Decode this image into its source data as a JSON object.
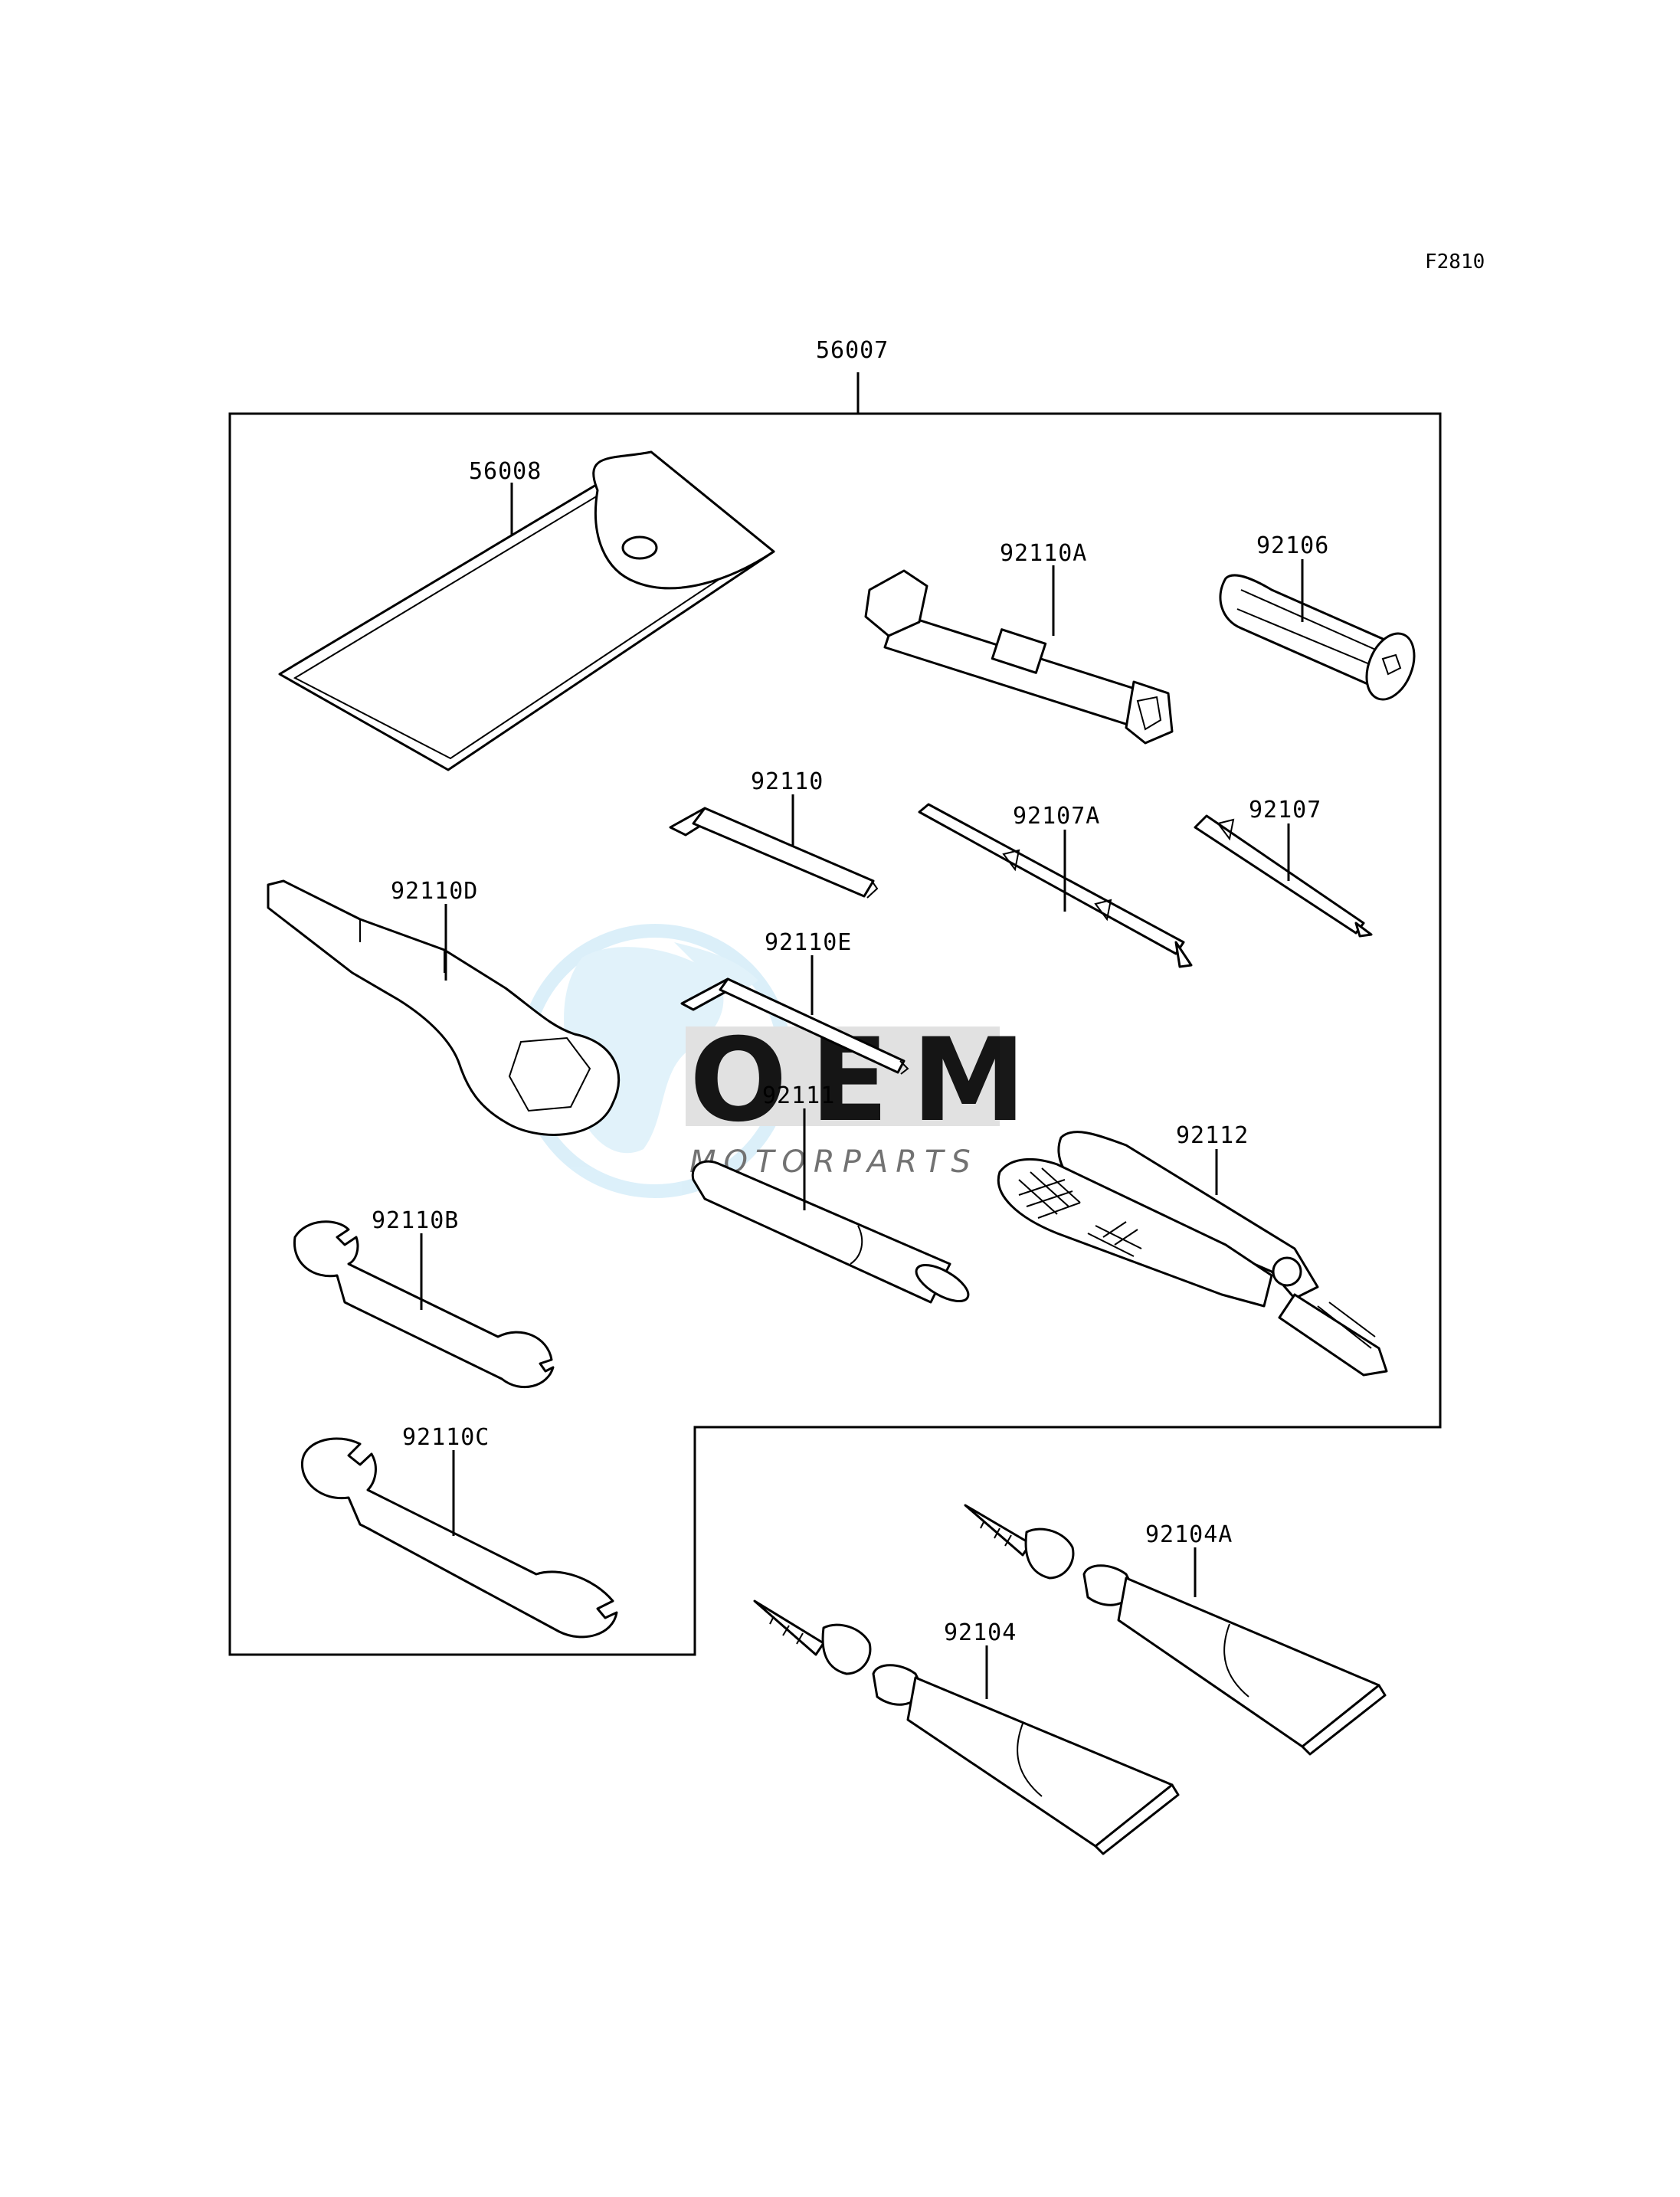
{
  "diagram": {
    "figure_code": "F2810",
    "watermark": {
      "brand": "OEM",
      "tagline": "MOTORPARTS"
    },
    "callouts": {
      "c56007": "56007",
      "c56008": "56008",
      "c92110A": "92110A",
      "c92106": "92106",
      "c92110": "92110",
      "c92107A": "92107A",
      "c92107": "92107",
      "c92110D": "92110D",
      "c92110E": "92110E",
      "c92111": "92111",
      "c92112": "92112",
      "c92110B": "92110B",
      "c92110C": "92110C",
      "c92104A": "92104A",
      "c92104": "92104"
    }
  }
}
